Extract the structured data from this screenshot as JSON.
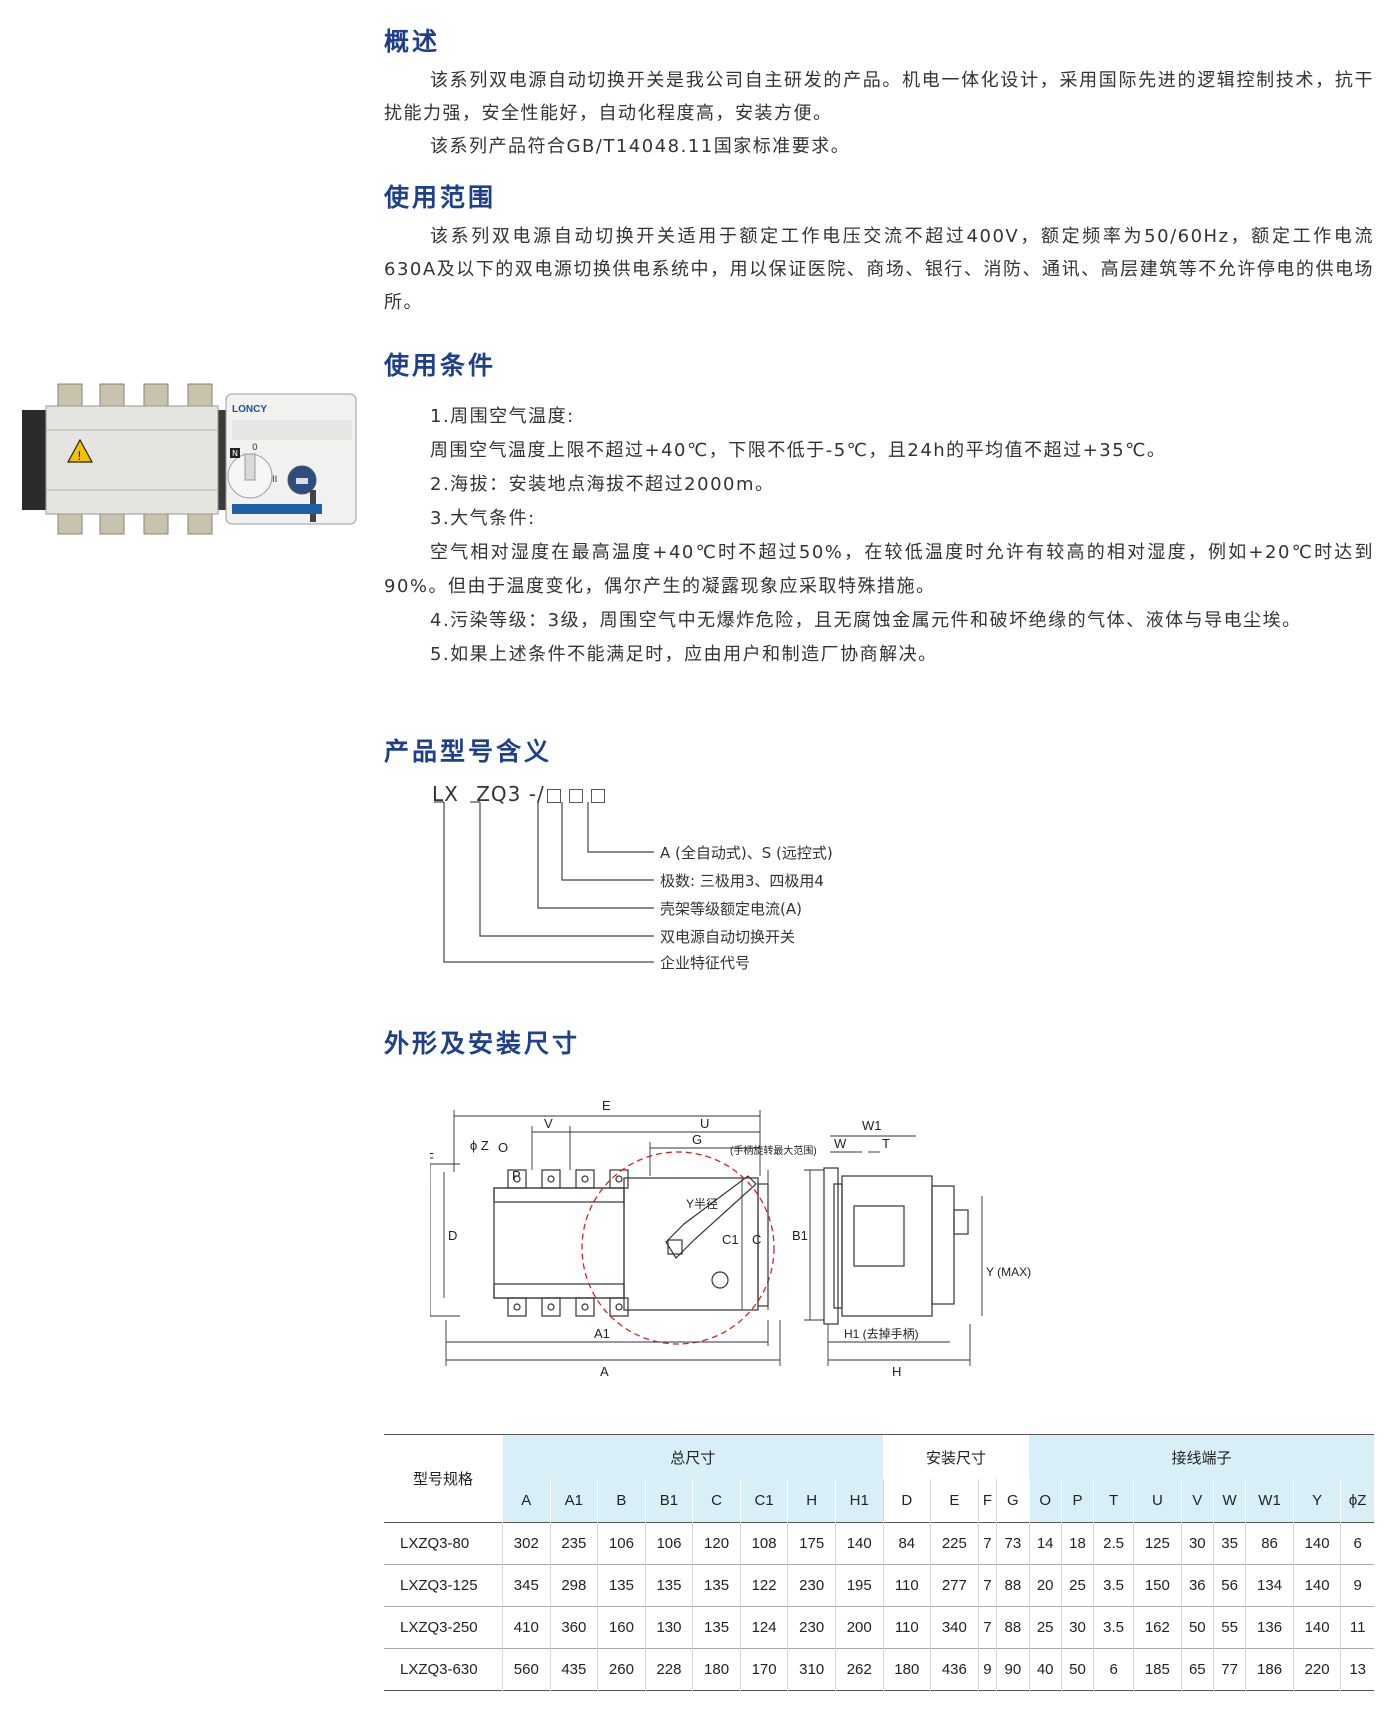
{
  "sections": {
    "overview": {
      "title": "概述",
      "p1": "该系列双电源自动切换开关是我公司自主研发的产品。机电一体化设计，采用国际先进的逻辑控制技术，抗干扰能力强，安全性能好，自动化程度高，安装方便。",
      "p2": "该系列产品符合GB/T14048.11国家标准要求。"
    },
    "scope": {
      "title": "使用范围",
      "p1": "该系列双电源自动切换开关适用于额定工作电压交流不超过400V，额定频率为50/60Hz，额定工作电流630A及以下的双电源切换供电系统中，用以保证医院、商场、银行、消防、通讯、高层建筑等不允许停电的供电场所。"
    },
    "conditions": {
      "title": "使用条件",
      "l1": "1.周围空气温度:",
      "l2": "周围空气温度上限不超过+40℃，下限不低于-5℃，且24h的平均值不超过+35℃。",
      "l3": "2.海拔：安装地点海拔不超过2000m。",
      "l4": "3.大气条件:",
      "l5": "空气相对湿度在最高温度+40℃时不超过50%，在较低温度时允许有较高的相对湿度，例如+20℃时达到90%。但由于温度变化，偶尔产生的凝露现象应采取特殊措施。",
      "l6": "4.污染等级：3级，周围空气中无爆炸危险，且无腐蚀金属元件和破坏绝缘的气体、液体与导电尘埃。",
      "l7": "5.如果上述条件不能满足时，应由用户和制造厂协商解决。"
    },
    "model_meaning": {
      "title": "产品型号含义",
      "code_lx": "LX",
      "code_zq": "ZQ3 -/",
      "legend": [
        "A (全自动式)、S (远控式)",
        "极数: 三极用3、四极用4",
        "壳架等级额定电流(A)",
        "双电源自动切换开关",
        "企业特征代号"
      ]
    },
    "dimensions": {
      "title": "外形及安装尺寸",
      "labels": {
        "E": "E",
        "U": "U",
        "V": "V",
        "G": "G",
        "phiZ": "ϕ Z",
        "O": "O",
        "P": "P",
        "F": "F",
        "B": "B",
        "D": "D",
        "C1": "C1",
        "C": "C",
        "A1": "A1",
        "A": "A",
        "radius": "Y半径",
        "handle_range": "(手柄旋转最大范围)",
        "W1": "W1",
        "W": "W",
        "T": "T",
        "B1": "B1",
        "H1": "H1 (去掉手柄)",
        "H": "H",
        "Y": "Y (MAX)"
      }
    },
    "product_photo": {
      "brand": "LONCY",
      "n_mark": "N",
      "pos_0": "0",
      "pos_II": "II"
    }
  },
  "table": {
    "model_header": "型号规格",
    "groups": [
      {
        "label": "总尺寸",
        "span": 8
      },
      {
        "label": "安装尺寸",
        "span": 4
      },
      {
        "label": "接线端子",
        "span": 9
      }
    ],
    "columns": [
      "A",
      "A1",
      "B",
      "B1",
      "C",
      "C1",
      "H",
      "H1",
      "D",
      "E",
      "F",
      "G",
      "O",
      "P",
      "T",
      "U",
      "V",
      "W",
      "W1",
      "Y",
      "ϕZ"
    ],
    "rows": [
      {
        "model": "LXZQ3-80",
        "values": [
          "302",
          "235",
          "106",
          "106",
          "120",
          "108",
          "175",
          "140",
          "84",
          "225",
          "7",
          "73",
          "14",
          "18",
          "2.5",
          "125",
          "30",
          "35",
          "86",
          "140",
          "6"
        ]
      },
      {
        "model": "LXZQ3-125",
        "values": [
          "345",
          "298",
          "135",
          "135",
          "135",
          "122",
          "230",
          "195",
          "110",
          "277",
          "7",
          "88",
          "20",
          "25",
          "3.5",
          "150",
          "36",
          "56",
          "134",
          "140",
          "9"
        ]
      },
      {
        "model": "LXZQ3-250",
        "values": [
          "410",
          "360",
          "160",
          "130",
          "135",
          "124",
          "230",
          "200",
          "110",
          "340",
          "7",
          "88",
          "25",
          "30",
          "3.5",
          "162",
          "50",
          "55",
          "136",
          "140",
          "11"
        ]
      },
      {
        "model": "LXZQ3-630",
        "values": [
          "560",
          "435",
          "260",
          "228",
          "180",
          "170",
          "310",
          "262",
          "180",
          "436",
          "9",
          "90",
          "40",
          "50",
          "6",
          "185",
          "65",
          "77",
          "186",
          "220",
          "13"
        ]
      }
    ]
  }
}
